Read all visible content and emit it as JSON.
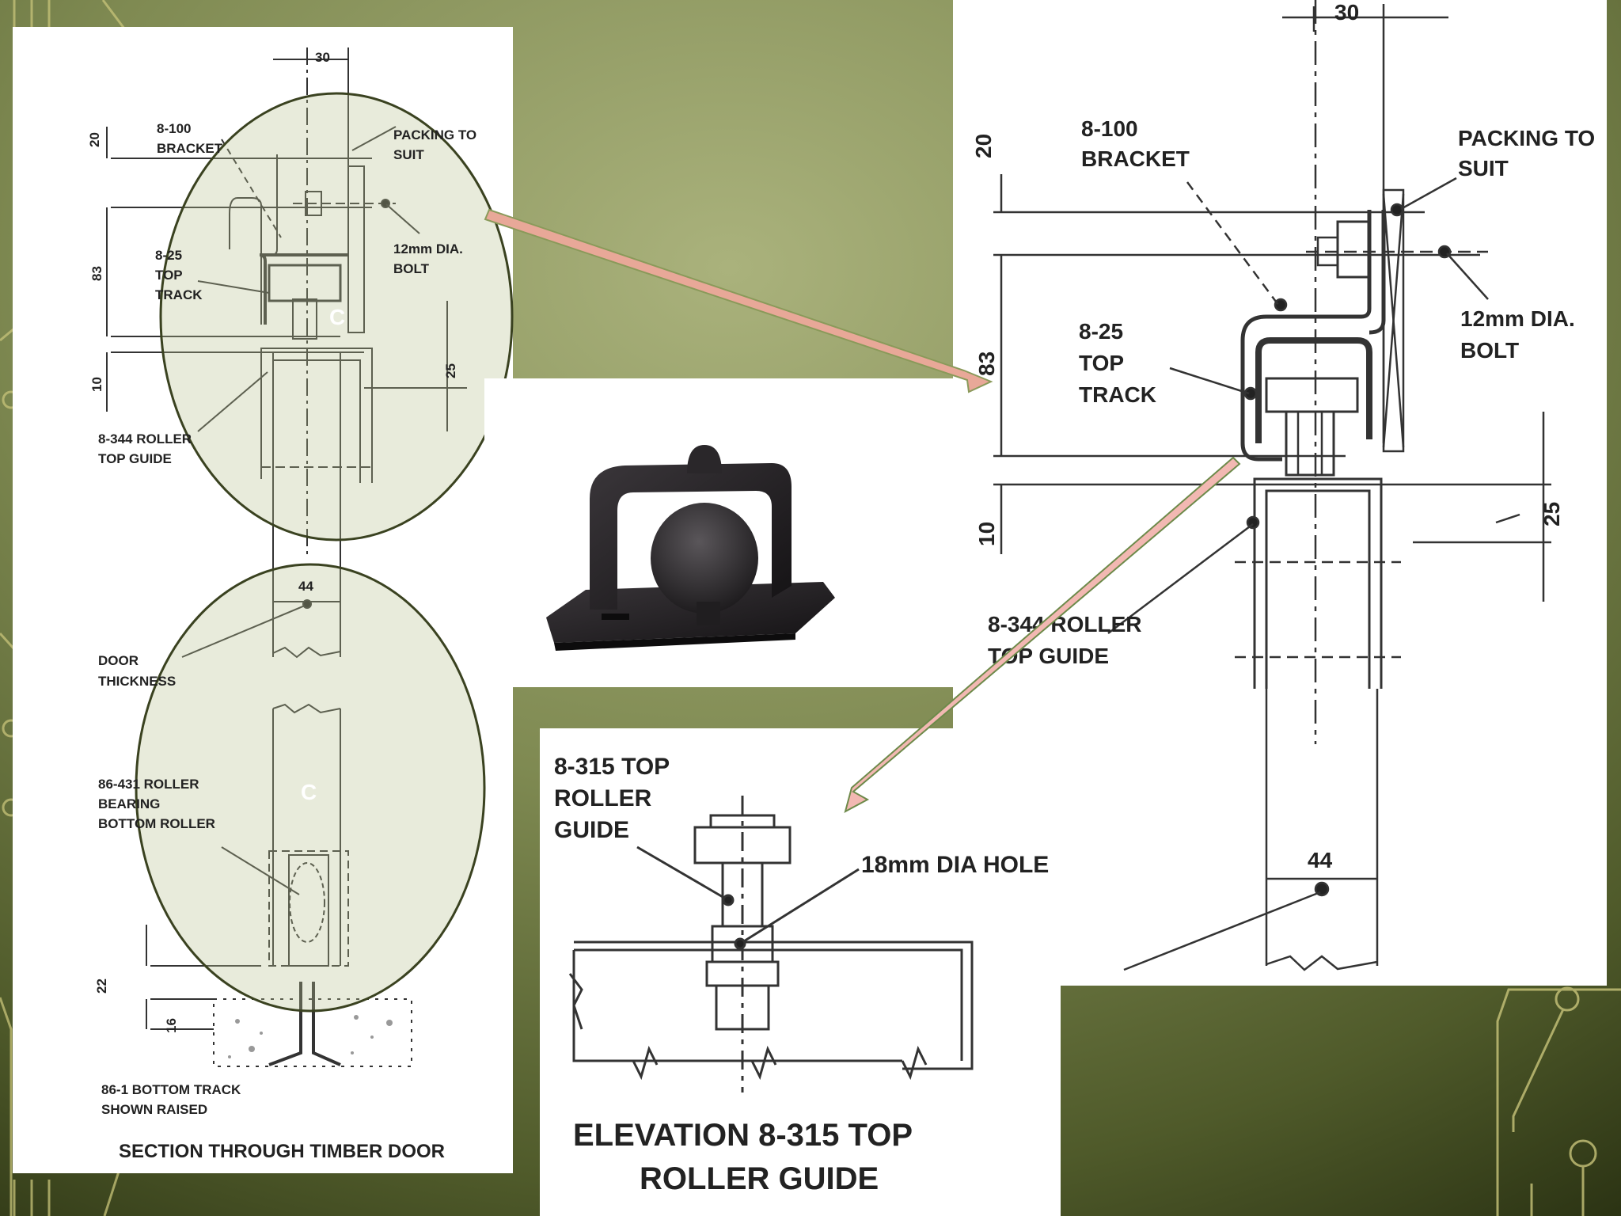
{
  "slide": {
    "background_color": "#7a8550",
    "highlight_color": "#a4ad76",
    "circuit_color": "#c8c47a"
  },
  "left_panel": {
    "dims": {
      "d30": "30",
      "d20": "20",
      "d83": "83",
      "d10": "10",
      "d25": "25",
      "d44": "44",
      "d22": "22",
      "d16": "16"
    },
    "labels": {
      "bracket_1": "8-100",
      "bracket_2": "BRACKET",
      "packing_1": "PACKING TO",
      "packing_2": "SUIT",
      "bolt_1": "12mm DIA.",
      "bolt_2": "BOLT",
      "track_1": "8-25",
      "track_2": "TOP",
      "track_3": "TRACK",
      "guide_1": "8-344 ROLLER",
      "guide_2": "TOP GUIDE",
      "door_1": "DOOR",
      "door_2": "THICKNESS",
      "bearing_1": "86-431 ROLLER",
      "bearing_2": "BEARING",
      "bearing_3": "BOTTOM ROLLER",
      "bottom_1": "86-1 BOTTOM TRACK",
      "bottom_2": "SHOWN RAISED"
    },
    "caption": "SECTION THROUGH TIMBER DOOR",
    "circle_mark_top": "C",
    "circle_mark_bottom": "C"
  },
  "right_panel": {
    "dims": {
      "d30": "30",
      "d20": "20",
      "d83": "83",
      "d10": "10",
      "d25": "25",
      "d44": "44"
    },
    "labels": {
      "bracket_1": "8-100",
      "bracket_2": "BRACKET",
      "packing_1": "PACKING TO",
      "packing_2": "SUIT",
      "bolt_1": "12mm DIA.",
      "bolt_2": "BOLT",
      "track_1": "8-25",
      "track_2": "TOP",
      "track_3": "TRACK",
      "guide_1": "8-344 ROLLER",
      "guide_2": "TOP GUIDE"
    }
  },
  "bottom_panel": {
    "labels": {
      "guide_1": "8-315 TOP",
      "guide_2": "ROLLER",
      "guide_3": "GUIDE",
      "hole": "18mm DIA HOLE"
    },
    "caption_1": "ELEVATION 8-315 TOP",
    "caption_2": "ROLLER GUIDE"
  }
}
